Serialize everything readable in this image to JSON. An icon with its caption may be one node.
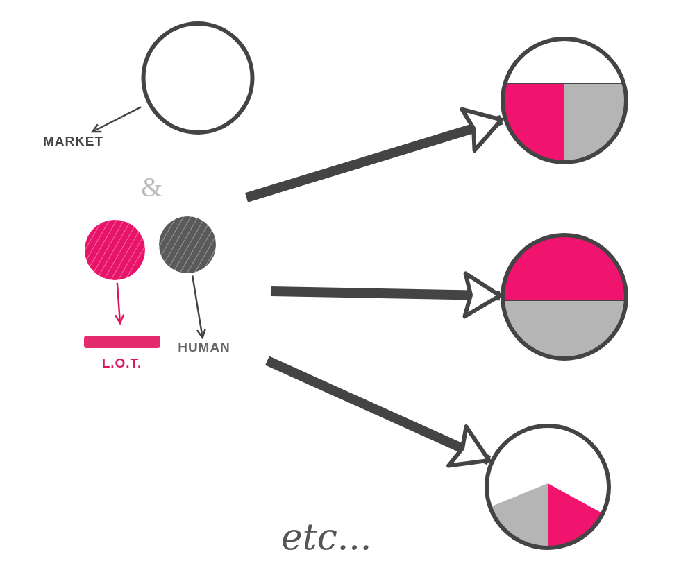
{
  "diagram": {
    "nodes": [
      {
        "text": [],
        "shape": "circle"
      },
      {
        "text": [
          "MARKET"
        ]
      },
      {
        "text": [],
        "shape": "circle"
      },
      {
        "text": [],
        "shape": "circle"
      },
      {
        "text": [
          "L.O.T."
        ]
      },
      {
        "text": [
          "HUMAN"
        ]
      },
      {
        "text": [],
        "shape": "circle"
      },
      {
        "text": [],
        "shape": "circle"
      },
      {
        "text": [],
        "shape": "circle"
      }
    ],
    "edges": [
      {
        "from": 0,
        "to": 1,
        "arrow": "to"
      },
      {
        "from": 2,
        "to": 4,
        "arrow": "to",
        "color": "#e0145e"
      },
      {
        "from": 3,
        "to": 5,
        "arrow": "to"
      },
      {
        "from": null,
        "to": 6,
        "arrow": "to",
        "style": "thick"
      },
      {
        "from": null,
        "to": 7,
        "arrow": "to",
        "style": "thick"
      },
      {
        "from": null,
        "to": 8,
        "arrow": "to",
        "style": "thick"
      }
    ],
    "labels": [
      "&",
      "etc..."
    ]
  }
}
